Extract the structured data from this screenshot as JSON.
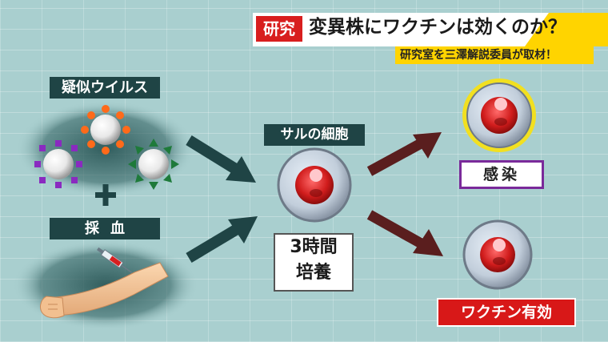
{
  "header": {
    "badge": "研究",
    "headline": "変異株にワクチンは効くのか？",
    "subhead": "研究室を三澤解説委員が取材！",
    "colors": {
      "badge": "#d81e1e",
      "subhead_bar": "#ffd400",
      "banner": "#ffffff"
    }
  },
  "diagram": {
    "virus_label": "疑似ウイルス",
    "blood_label": "採血",
    "cell_label": "サルの細胞",
    "culture_lines": [
      "3時間",
      "培養"
    ],
    "infected_label": "感染",
    "vaccine_effective_label": "ワクチン有効",
    "colors": {
      "label_bg": "#1f4445",
      "arrow_left": "#1f4445",
      "arrow_right": "#5a1e1e",
      "infected_border": "#7a2a9a",
      "infected_cell_ring": "#f2e020",
      "effective_bg": "#d81818",
      "virus_orange": "#ff6a1a",
      "virus_purple": "#8a2ac0",
      "virus_green": "#1e7a3a"
    },
    "icons": [
      "virus-particle-icon",
      "plus-icon",
      "arm-syringe-icon",
      "cell-icon",
      "arrow-icon"
    ]
  }
}
